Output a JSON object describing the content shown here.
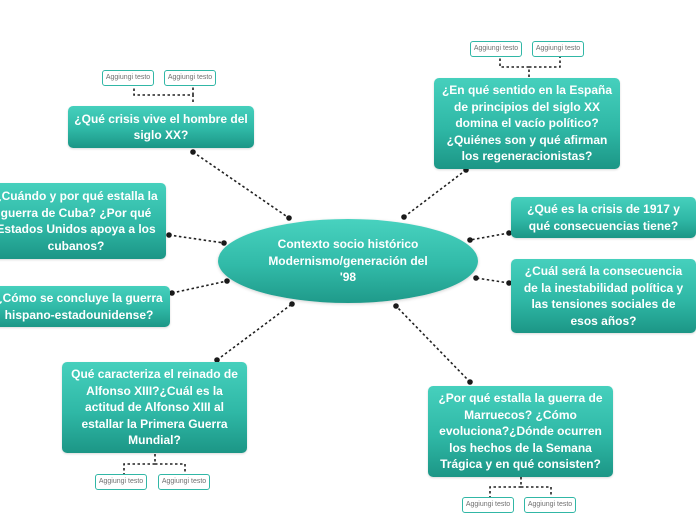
{
  "center": {
    "label": "Contexto socio histórico Modernismo/generación del '98"
  },
  "nodes": [
    {
      "id": "crisis-hombre",
      "label": "¿Qué crisis vive el hombre del siglo XX?"
    },
    {
      "id": "guerra-cuba",
      "label": "¿Cuándo y por qué estalla la guerra de Cuba? ¿Por qué Estados Unidos apoya a los cubanos?"
    },
    {
      "id": "guerra-hispano",
      "label": "¿Cómo se concluye la guerra hispano-estadounidense?"
    },
    {
      "id": "alfonso-xiii",
      "label": "Qué caracteriza el reinado de Alfonso XIII?¿Cuál es la actitud de Alfonso XIII al estallar la Primera Guerra Mundial?"
    },
    {
      "id": "vacio-politico",
      "label": "¿En qué sentido en la España de principios del siglo XX domina el vacío político? ¿Quiénes son y qué afirman los regeneracionistas?"
    },
    {
      "id": "crisis-1917",
      "label": "¿Qué es la crisis de 1917 y qué consecuencias tiene?"
    },
    {
      "id": "inestabilidad",
      "label": "¿Cuál será la consecuencia de la inestabilidad política y las tensiones sociales de esos años?"
    },
    {
      "id": "marruecos",
      "label": "¿Por qué estalla la guerra de Marruecos? ¿Cómo evoluciona?¿Dónde ocurren los hechos de la Semana Trágica y en qué consisten?"
    }
  ],
  "placeholders": {
    "crisis-hombre": [
      "Aggiungi testo",
      "Aggiungi testo"
    ],
    "vacio-politico": [
      "Aggiungi testo",
      "Aggiungi testo"
    ],
    "alfonso-xiii": [
      "Aggiungi testo",
      "Aggiungi testo"
    ],
    "marruecos": [
      "Aggiungi testo",
      "Aggiungi testo"
    ]
  },
  "colors": {
    "node": "#31b8a6",
    "connector": "#222222"
  }
}
